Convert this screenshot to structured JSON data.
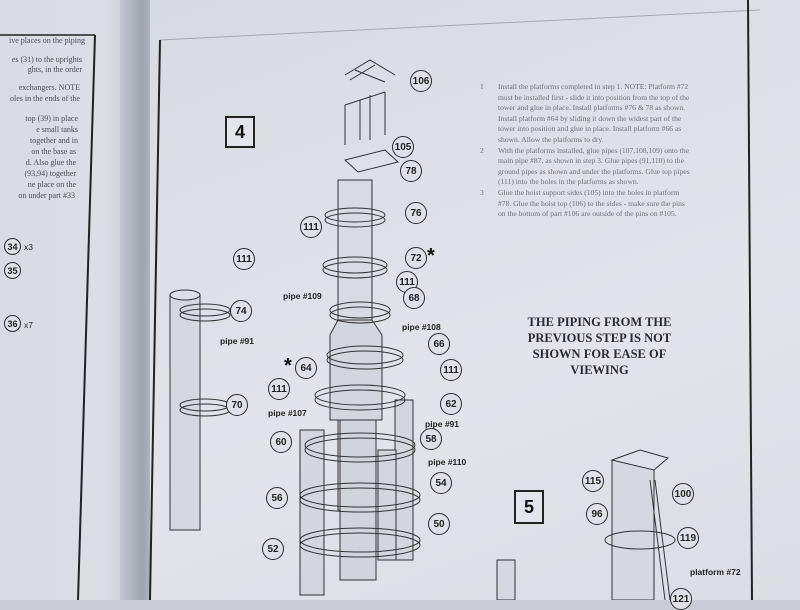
{
  "left_page": {
    "text_lines": [
      "ive places on the piping",
      "es (31) to the uprights",
      "ghts, in the order",
      "exchangers. NOTE",
      "oles in the ends of the",
      "top (39) in place",
      "e small tanks",
      "together and in",
      "on the base as",
      "d. Also glue the",
      "(93,94) together",
      "ne place on the",
      "on under part #33"
    ],
    "callouts": [
      {
        "num": "34",
        "qty": "x3"
      },
      {
        "num": "35",
        "qty": ""
      },
      {
        "num": "36",
        "qty": "x7"
      }
    ]
  },
  "step4": {
    "number": "4",
    "instructions": [
      {
        "n": "1",
        "text": "Install the platforms completed in step 1. NOTE: Platform #72 must be installed first - slide it into position from the top of the tower and glue in place. Install platforms #76 & 78 as shown. Install platform #64 by sliding it down the widest part of the tower into position and glue in place. Install platform #66 as shown. Allow the platforms to dry."
      },
      {
        "n": "2",
        "text": "With the platforms installed, glue pipes (107,108,109) onto the main pipe #87, as shown in step 3. Glue pipes (91,110) to the ground pipes as shown and under the platforms. Glue top pipes (111) into the holes in the platforms as shown."
      },
      {
        "n": "3",
        "text": "Glue the hoist support sides (105) into the holes in platform #78. Glue the hoist top (106) to the sides - make sure the pins on the bottom of part #106 are outside of the pins on #105."
      }
    ],
    "note": "THE PIPING FROM THE PREVIOUS STEP IS NOT SHOWN FOR EASE OF VIEWING",
    "callouts": [
      "106",
      "105",
      "78",
      "76",
      "111",
      "72",
      "111",
      "74",
      "111",
      "68",
      "66",
      "64",
      "111",
      "111",
      "70",
      "62",
      "60",
      "58",
      "54",
      "56",
      "50",
      "52"
    ],
    "pipe_labels": [
      "pipe #109",
      "pipe #108",
      "pipe #91",
      "pipe #107",
      "pipe #91",
      "pipe #110"
    ],
    "star": "*"
  },
  "step5": {
    "number": "5",
    "callouts": [
      "115",
      "100",
      "96",
      "119",
      "121"
    ],
    "platform_label": "platform #72"
  }
}
